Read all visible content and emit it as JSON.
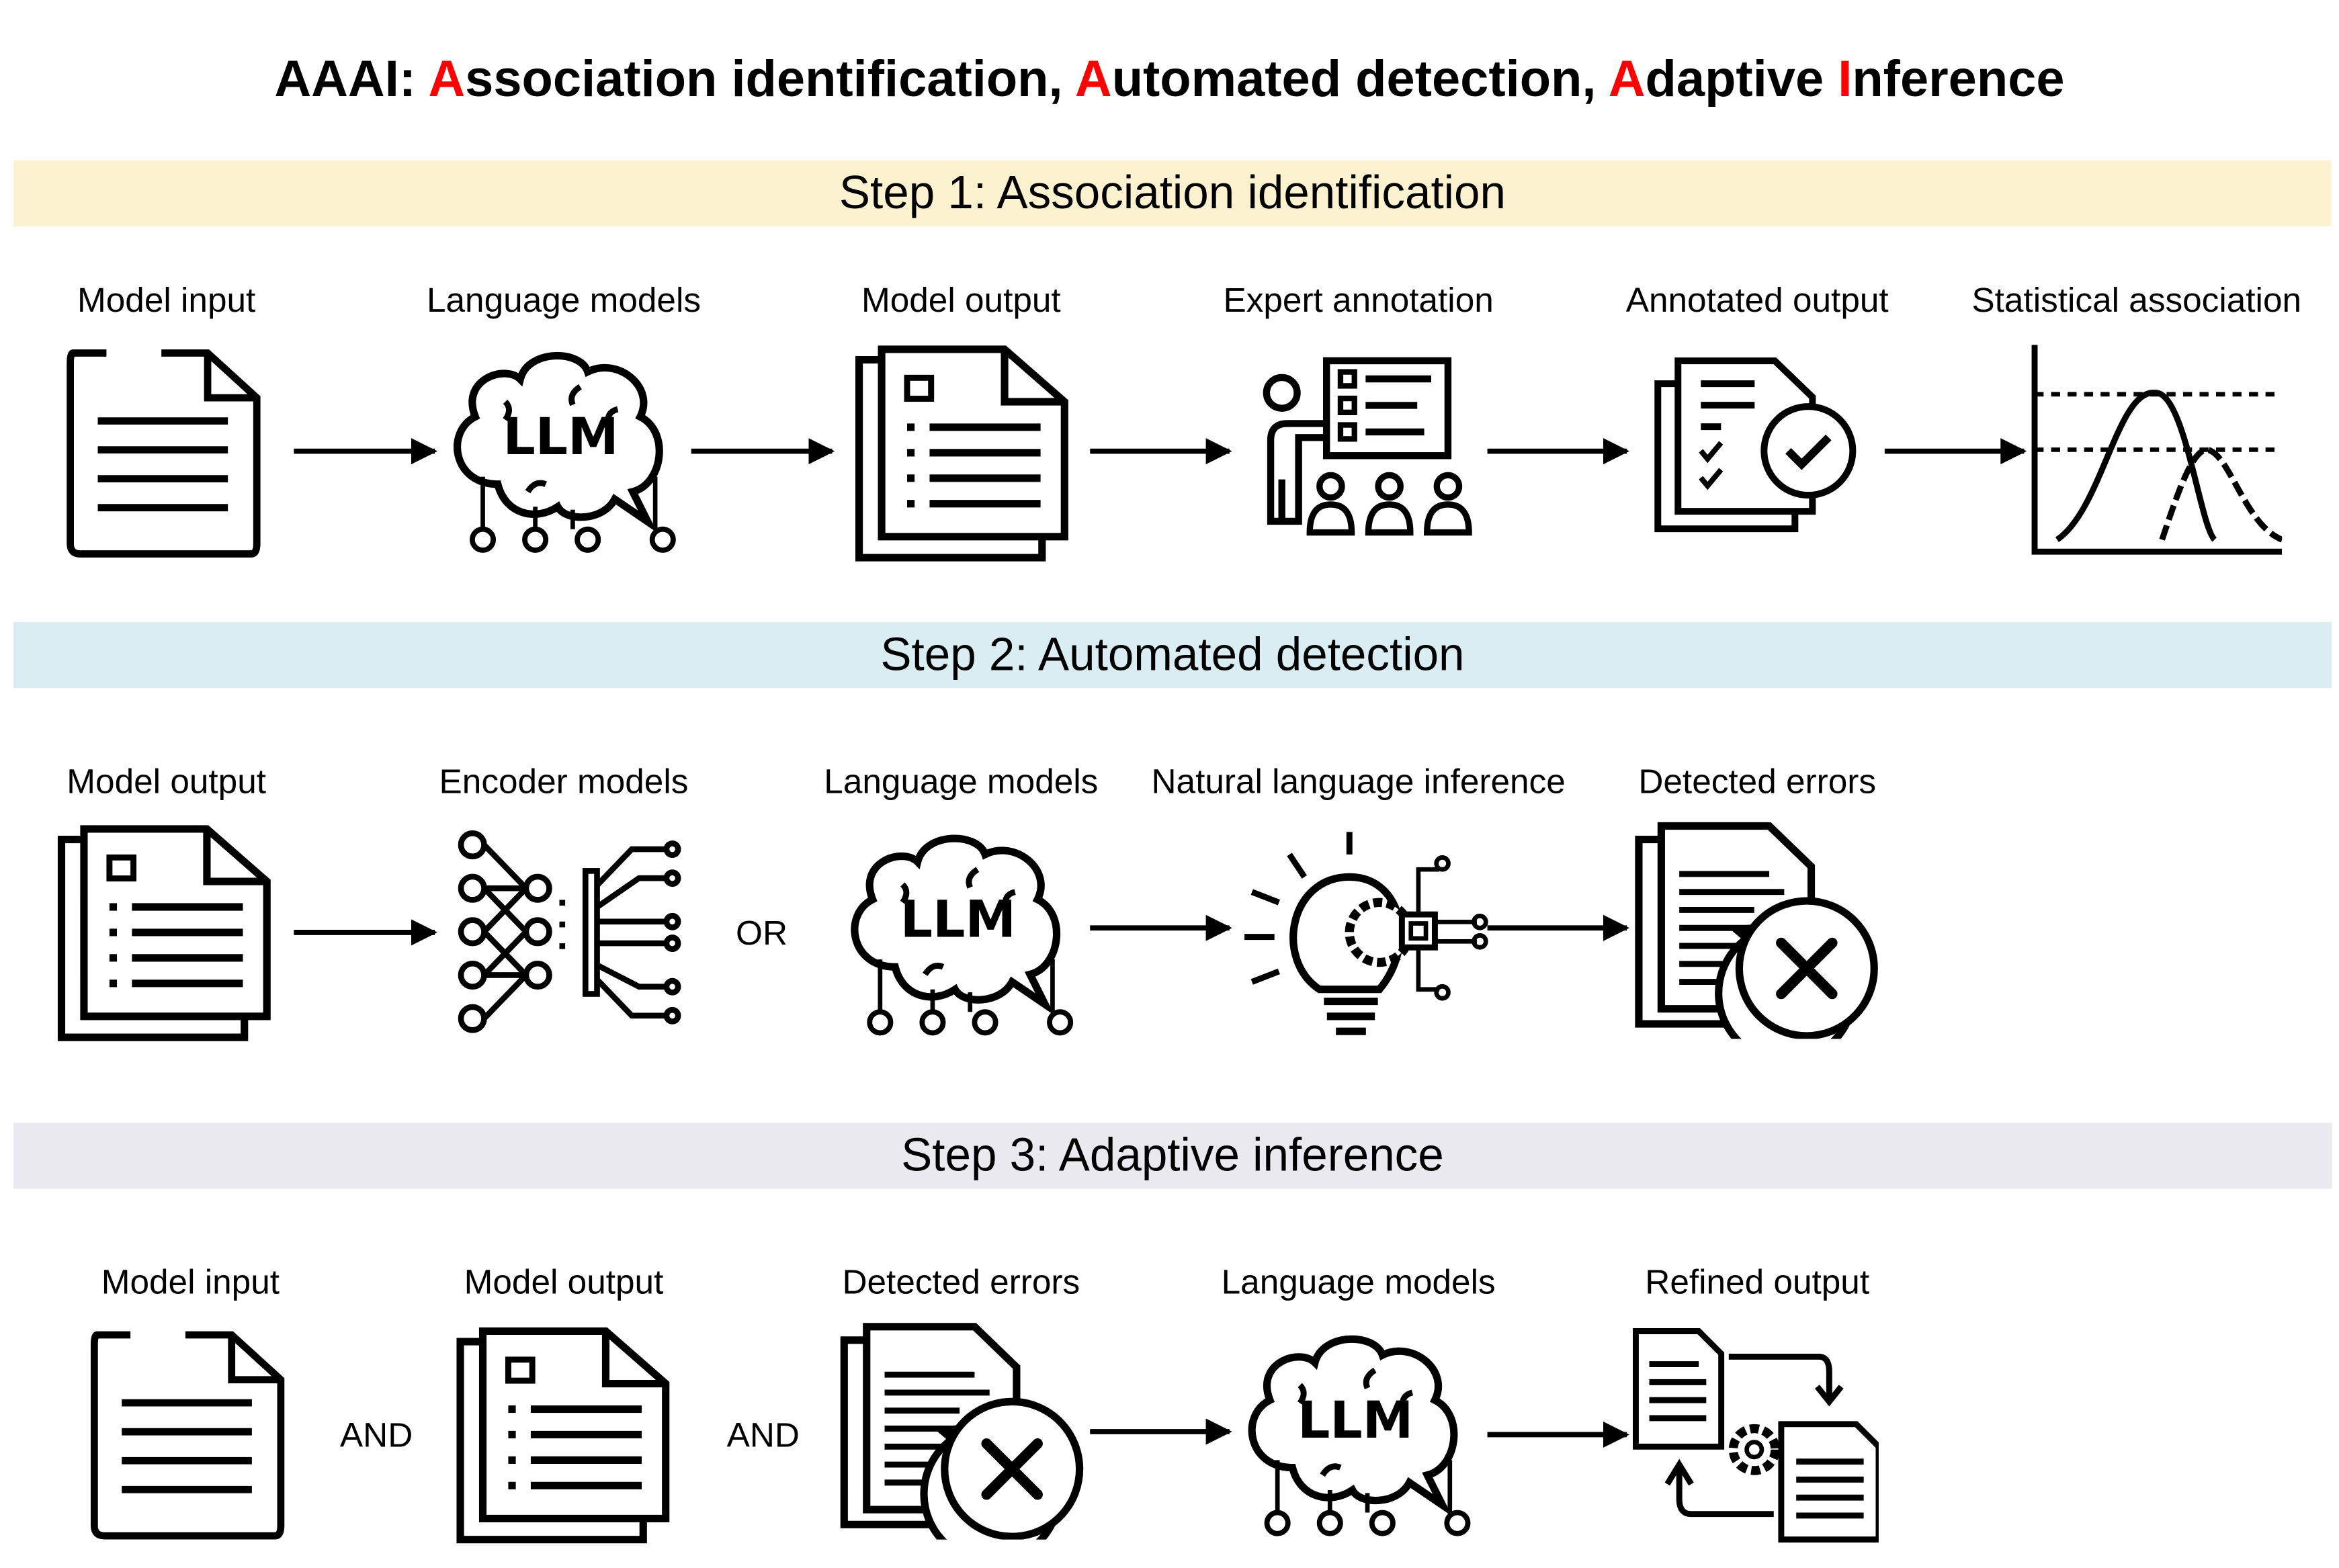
{
  "title": {
    "prefix": "AAAI: ",
    "parts": [
      {
        "red": "A",
        "rest": "ssociation identification, "
      },
      {
        "red": "A",
        "rest": "utomated detection, "
      },
      {
        "red": "A",
        "rest": "daptive "
      },
      {
        "red": "I",
        "rest": "nference"
      }
    ]
  },
  "colors": {
    "accent": "#ff0000",
    "step1_band": "#fdf2d0",
    "step2_band": "#daedf3",
    "step3_band": "#ebe9f0"
  },
  "step1": {
    "header": "Step 1: Association identification",
    "items": [
      {
        "label": "Model input",
        "icon": "document-icon"
      },
      {
        "label": "Language models",
        "icon": "llm-brain-icon"
      },
      {
        "label": "Model output",
        "icon": "document-stack-icon"
      },
      {
        "label": "Expert annotation",
        "icon": "expert-presentation-icon"
      },
      {
        "label": "Annotated output",
        "icon": "annotated-check-icon"
      },
      {
        "label": "Statistical association",
        "icon": "distribution-chart-icon"
      }
    ]
  },
  "step2": {
    "header": "Step 2: Automated detection",
    "items": [
      {
        "label": "Model output",
        "icon": "document-stack-icon"
      },
      {
        "label": "Encoder models",
        "icon": "neural-network-icon"
      },
      {
        "label": "Language models",
        "icon": "llm-brain-icon"
      },
      {
        "label": "Natural language inference",
        "icon": "lightbulb-chip-icon"
      },
      {
        "label": "Detected errors",
        "icon": "document-error-icon"
      }
    ],
    "connector": "OR"
  },
  "step3": {
    "header": "Step 3: Adaptive inference",
    "items": [
      {
        "label": "Model input",
        "icon": "document-icon"
      },
      {
        "label": "Model output",
        "icon": "document-stack-icon"
      },
      {
        "label": "Detected errors",
        "icon": "document-error-icon"
      },
      {
        "label": "Language models",
        "icon": "llm-brain-icon"
      },
      {
        "label": "Refined output",
        "icon": "refine-cycle-icon"
      }
    ],
    "connector1": "AND",
    "connector2": "AND"
  },
  "llm_text": "LLM"
}
